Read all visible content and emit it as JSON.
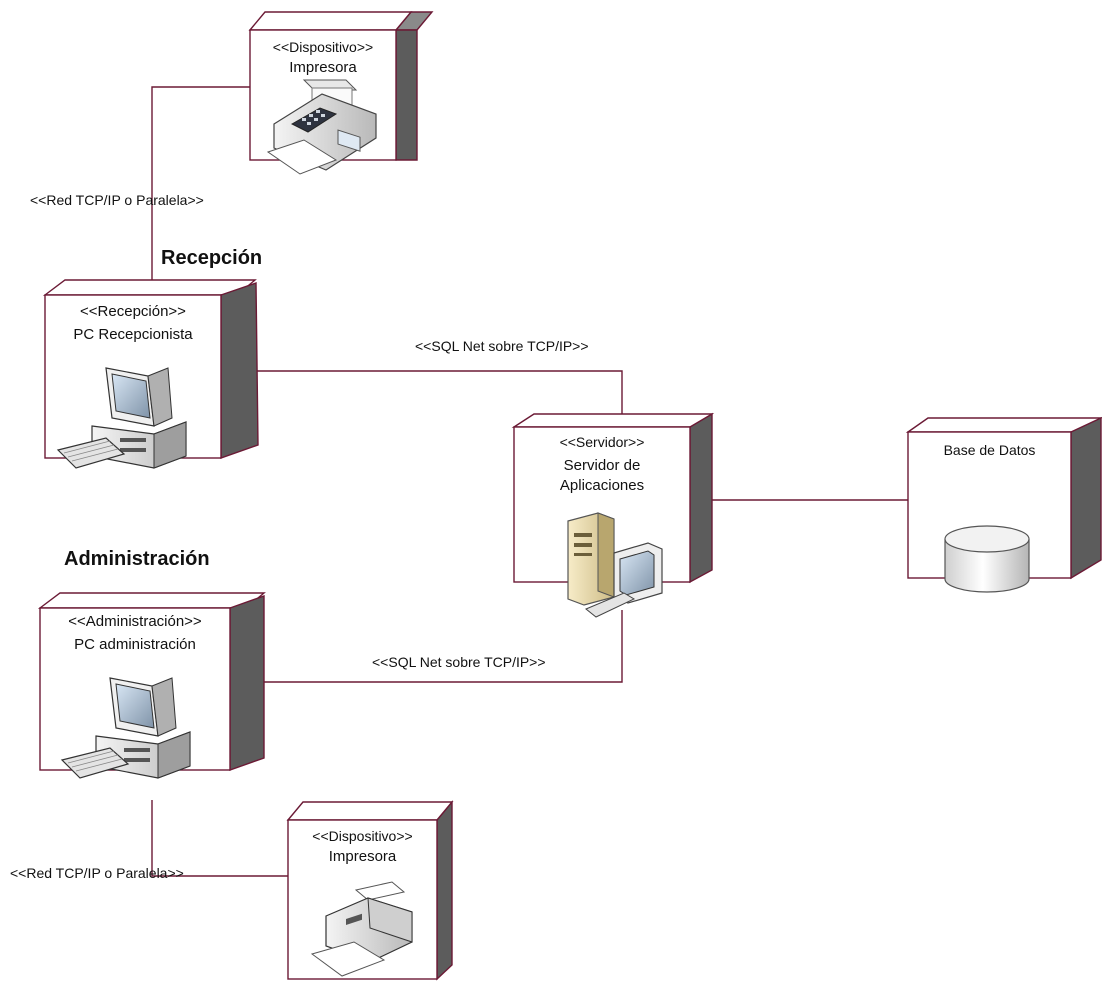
{
  "diagram": {
    "colors": {
      "edge": "#6b1a35",
      "face": "#ffffff",
      "side": "#5c5c5c",
      "side_top": "#8a8a8a"
    },
    "headings": {
      "reception": "Recepción",
      "administration": "Administración"
    },
    "nodes": {
      "printer_top": {
        "stereotype": "<<Dispositivo>>",
        "name": "Impresora",
        "icon": "fax-printer-icon"
      },
      "reception_pc": {
        "stereotype": "<<Recepción>>",
        "name": "PC Recepcionista",
        "icon": "desktop-computer-icon"
      },
      "app_server": {
        "stereotype": "<<Servidor>>",
        "name_line1": "Servidor de",
        "name_line2": "Aplicaciones",
        "icon": "server-computer-icon"
      },
      "database": {
        "name": "Base de Datos",
        "icon": "database-icon"
      },
      "admin_pc": {
        "stereotype": "<<Administración>>",
        "name": "PC administración",
        "icon": "desktop-computer-icon"
      },
      "printer_bottom": {
        "stereotype": "<<Dispositivo>>",
        "name": "Impresora",
        "icon": "printer-icon"
      }
    },
    "links": {
      "printer_top_reception": "<<Red TCP/IP o Paralela>>",
      "reception_server": "<<SQL Net sobre TCP/IP>>",
      "admin_server": "<<SQL Net sobre TCP/IP>>",
      "admin_printer_bottom": "<<Red TCP/IP o Paralela>>"
    }
  }
}
